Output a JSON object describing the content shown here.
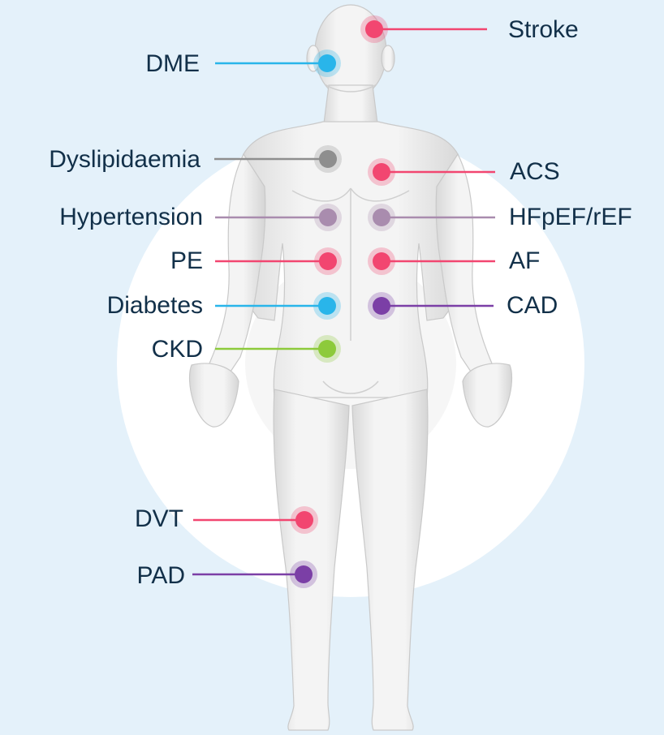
{
  "diagram": {
    "colors": {
      "background": "#e4f1fa",
      "circle": "#ffffff",
      "body": "#f0f0f0",
      "text": "#123049"
    },
    "conditions": [
      {
        "id": "stroke",
        "label": "Stroke",
        "color": "#f24670",
        "side": "right"
      },
      {
        "id": "dme",
        "label": "DME",
        "color": "#29b5ea",
        "side": "left"
      },
      {
        "id": "dyslipidaemia",
        "label": "Dyslipidaemia",
        "color": "#8e8e8e",
        "side": "left"
      },
      {
        "id": "acs",
        "label": "ACS",
        "color": "#f24670",
        "side": "right"
      },
      {
        "id": "hypertension",
        "label": "Hypertension",
        "color": "#a98cae",
        "side": "left"
      },
      {
        "id": "hfpef-ref",
        "label": "HFpEF/rEF",
        "color": "#a98cae",
        "side": "right"
      },
      {
        "id": "pe",
        "label": "PE",
        "color": "#f24670",
        "side": "left"
      },
      {
        "id": "af",
        "label": "AF",
        "color": "#f24670",
        "side": "right"
      },
      {
        "id": "diabetes",
        "label": "Diabetes",
        "color": "#29b5ea",
        "side": "left"
      },
      {
        "id": "cad",
        "label": "CAD",
        "color": "#7b3fa6",
        "side": "right"
      },
      {
        "id": "ckd",
        "label": "CKD",
        "color": "#8dca3b",
        "side": "left"
      },
      {
        "id": "dvt",
        "label": "DVT",
        "color": "#f24670",
        "side": "left"
      },
      {
        "id": "pad",
        "label": "PAD",
        "color": "#7b3fa6",
        "side": "left"
      }
    ]
  }
}
